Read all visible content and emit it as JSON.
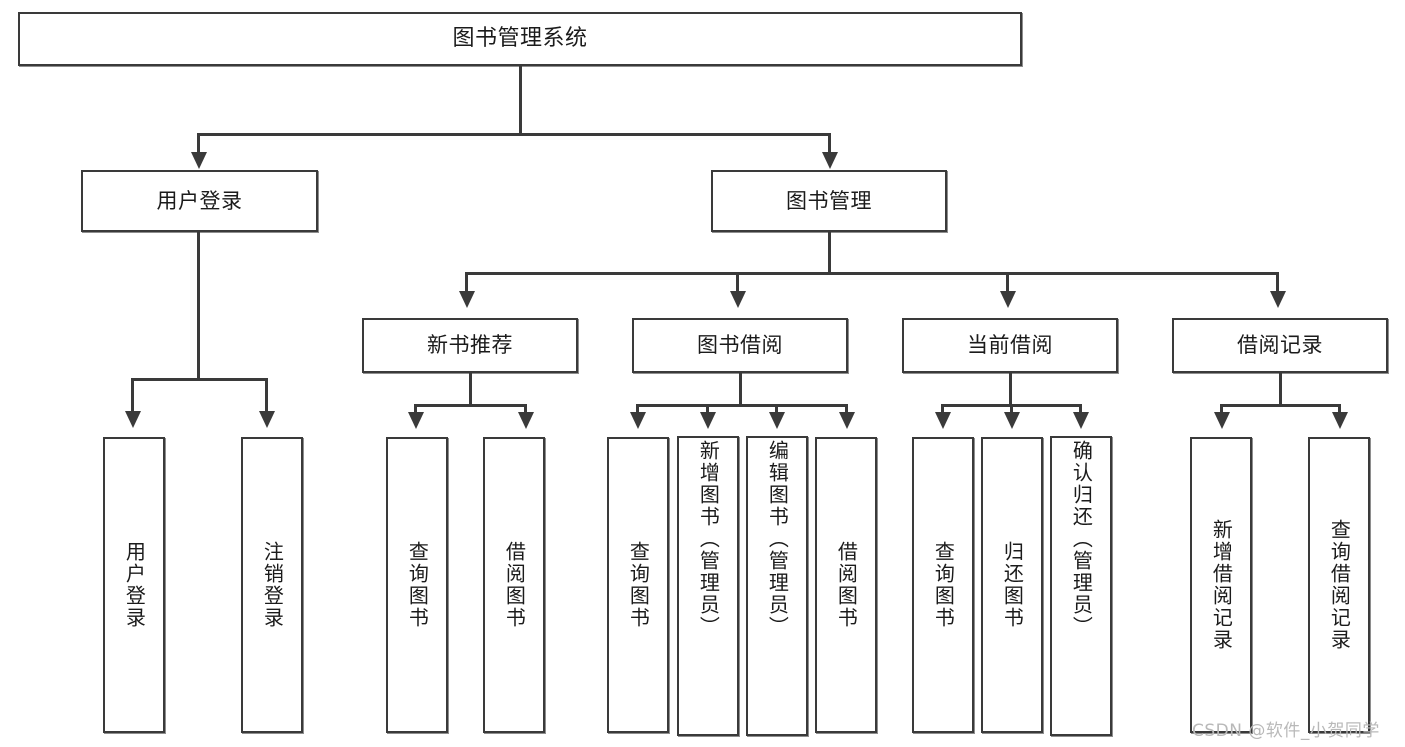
{
  "diagram": {
    "title": "图书管理系统",
    "watermark": "CSDN @软件_小贺同学",
    "accent_color": "#3a3a3a",
    "background_color": "#ffffff",
    "node_fill": "#ffffff",
    "node_border": "#3a3a3a",
    "watermark_color": "#b9b9b9",
    "root": {
      "label": "图书管理系统"
    },
    "level2": [
      {
        "label": "用户登录"
      },
      {
        "label": "图书管理"
      }
    ],
    "level3": [
      {
        "label": "新书推荐"
      },
      {
        "label": "图书借阅"
      },
      {
        "label": "当前借阅"
      },
      {
        "label": "借阅记录"
      }
    ],
    "leaves": [
      {
        "label": "用户登录",
        "parent": "用户登录"
      },
      {
        "label": "注销登录",
        "parent": "用户登录"
      },
      {
        "label": "查询图书",
        "parent": "新书推荐"
      },
      {
        "label": "借阅图书",
        "parent": "新书推荐"
      },
      {
        "label": "查询图书",
        "parent": "图书借阅"
      },
      {
        "label": "新增图书（管理员）",
        "parent": "图书借阅"
      },
      {
        "label": "编辑图书（管理员）",
        "parent": "图书借阅"
      },
      {
        "label": "借阅图书",
        "parent": "图书借阅"
      },
      {
        "label": "查询图书",
        "parent": "当前借阅"
      },
      {
        "label": "归还图书",
        "parent": "当前借阅"
      },
      {
        "label": "确认归还（管理员）",
        "parent": "当前借阅"
      },
      {
        "label": "新增借阅记录",
        "parent": "借阅记录"
      },
      {
        "label": "查询借阅记录",
        "parent": "借阅记录"
      }
    ]
  }
}
